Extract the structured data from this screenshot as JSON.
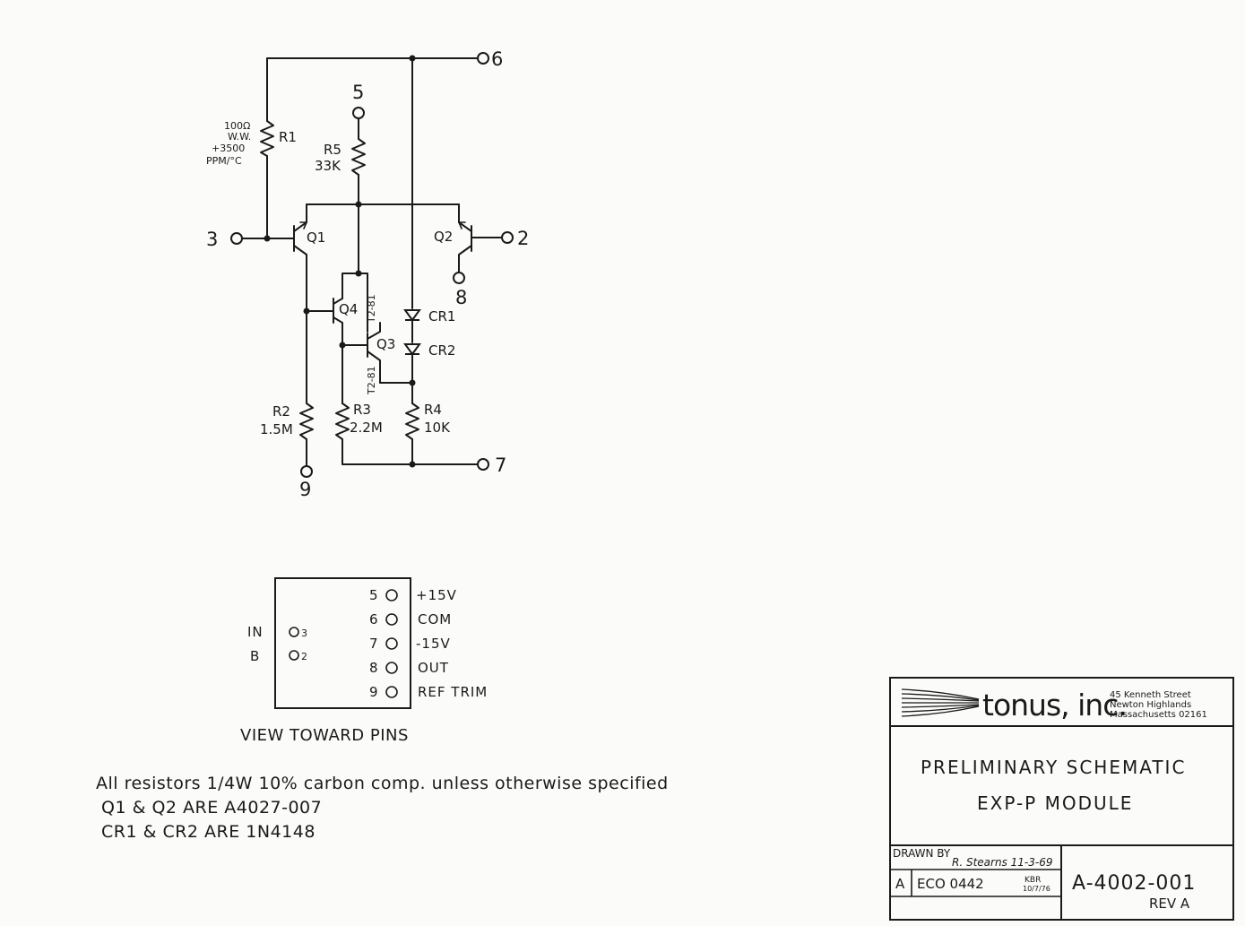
{
  "pins": {
    "p6": "6",
    "p5": "5",
    "p3": "3",
    "p2": "2",
    "p8": "8",
    "p7": "7",
    "p9": "9"
  },
  "components": {
    "r1": {
      "ref": "R1",
      "desc": [
        "100Ω",
        "W.W.",
        "+3500",
        "PPM/°C"
      ]
    },
    "r5": {
      "ref": "R5",
      "value": "33K"
    },
    "r2": {
      "ref": "R2",
      "value": "1.5M"
    },
    "r3": {
      "ref": "R3",
      "value": "2.2M"
    },
    "r4": {
      "ref": "R4",
      "value": "10K"
    },
    "q1": "Q1",
    "q2": "Q2",
    "q3": "Q3",
    "q4": "Q4",
    "q3_part": "T2-81",
    "q4_part": "T2-81",
    "cr1": "CR1",
    "cr2": "CR2"
  },
  "pin_view": {
    "caption": "VIEW TOWARD PINS",
    "left_labels": [
      "IN",
      "B"
    ],
    "left_pins": [
      "3",
      "2"
    ],
    "right_pins": [
      "5",
      "6",
      "7",
      "8",
      "9"
    ],
    "right_labels": [
      "+15V",
      "COM",
      "-15V",
      "OUT",
      "REF TRIM"
    ]
  },
  "notes": [
    "All resistors 1/4W 10% carbon comp. unless otherwise specified",
    "Q1 & Q2 ARE A4027-007",
    "CR1 & CR2 ARE 1N4148"
  ],
  "title_block": {
    "company": "tonus, inc.",
    "address": [
      "45 Kenneth Street",
      "Newton Highlands",
      "Massachusetts 02161"
    ],
    "title_line1": "PRELIMINARY SCHEMATIC",
    "title_line2": "EXP-P MODULE",
    "drawn_by_label": "DRAWN BY",
    "drawn_by": "R. Stearns 11-3-69",
    "rev_letter": "A",
    "eco": "ECO 0442",
    "eco_initials": "KBR",
    "eco_date": "10/7/76",
    "drawing_number": "A-4002-001",
    "revision": "REV A"
  }
}
